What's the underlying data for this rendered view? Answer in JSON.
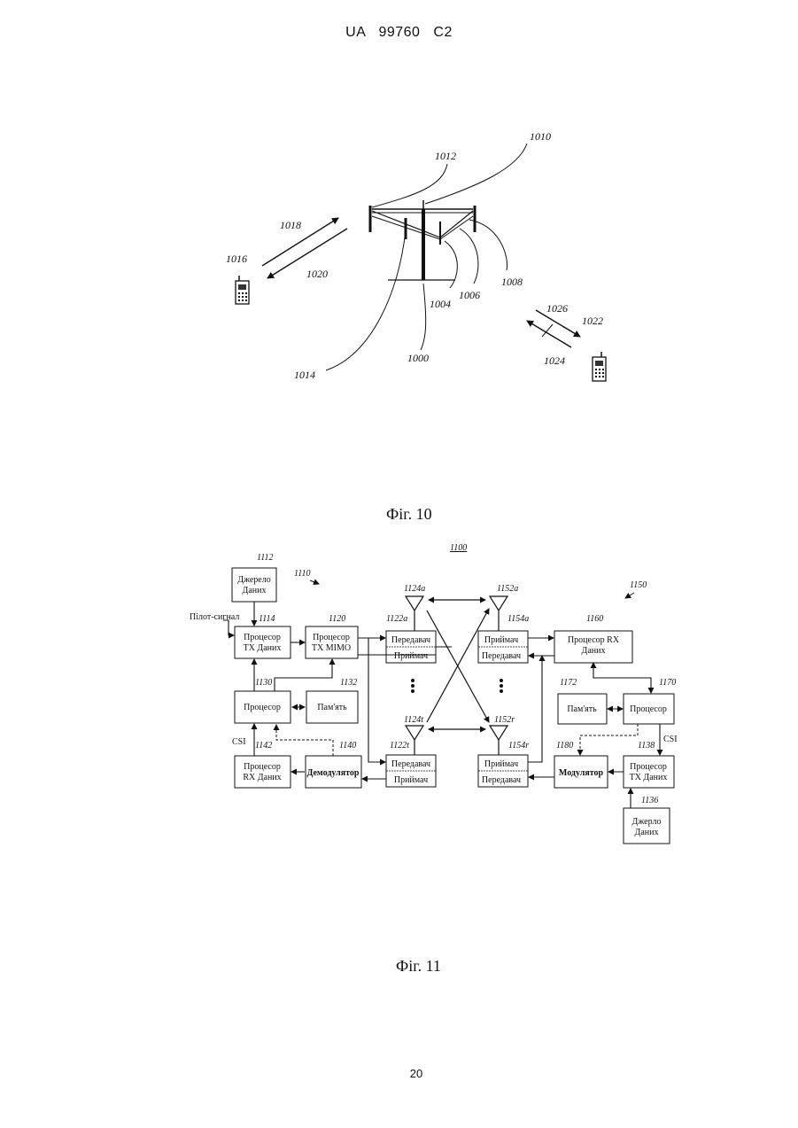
{
  "header": {
    "patent_id": "UA 99760 C2"
  },
  "page_number": "20",
  "fig10": {
    "caption": "Фіг. 10",
    "labels": {
      "l1010": "1010",
      "l1012": "1012",
      "l1018": "1018",
      "l1020": "1020",
      "l1016": "1016",
      "l1008": "1008",
      "l1006": "1006",
      "l1004": "1004",
      "l1026": "1026",
      "l1022": "1022",
      "l1024": "1024",
      "l1000": "1000",
      "l1014": "1014"
    }
  },
  "fig11": {
    "caption": "Фіг. 11",
    "ref": "1100",
    "labels": {
      "l1112": "1112",
      "l1110": "1110",
      "l1114": "1114",
      "l1120": "1120",
      "l1124a": "1124a",
      "l1122a": "1122a",
      "l1152a": "1152a",
      "l1154a": "1154a",
      "l1160": "1160",
      "l1150": "1150",
      "l1130": "1130",
      "l1132": "1132",
      "l1172": "1172",
      "l1170": "1170",
      "l1124t": "1124t",
      "l1152r": "1152r",
      "l1142": "1142",
      "l1140": "1140",
      "l1122t": "1122t",
      "l1154r": "1154r",
      "l1180": "1180",
      "l1138": "1138",
      "l1136": "1136"
    },
    "pilot": "Пілот-сигнал",
    "csi_left": "CSI",
    "csi_right": "CSI",
    "blocks": {
      "src_left_1": "Джерело",
      "src_left_2": "Даних",
      "txproc_1": "Процесор",
      "txproc_2": "TX Даних",
      "mimo_1": "Процесор",
      "mimo_2": "TX MIMO",
      "proc_left": "Процесор",
      "mem_left": "Пам'ять",
      "rxproc_left_1": "Процесор",
      "rxproc_left_2": "RX Даних",
      "demod": "Демодулятор",
      "tr_top_tx": "Передавач",
      "tr_top_rx": "Приймач",
      "tr_bot_tx": "Передавач",
      "tr_bot_rx": "Приймач",
      "rt_top_rx": "Приймач",
      "rt_top_tx": "Передавач",
      "rt_bot_rx": "Приймач",
      "rt_bot_tx": "Передавач",
      "rxproc_right_1": "Процесор RX",
      "rxproc_right_2": "Даних",
      "mem_right": "Пам'ять",
      "proc_right": "Процесор",
      "mod": "Модулятор",
      "txproc_right_1": "Процесор",
      "txproc_right_2": "TX Даних",
      "src_right_1": "Джерло",
      "src_right_2": "Даних"
    }
  }
}
